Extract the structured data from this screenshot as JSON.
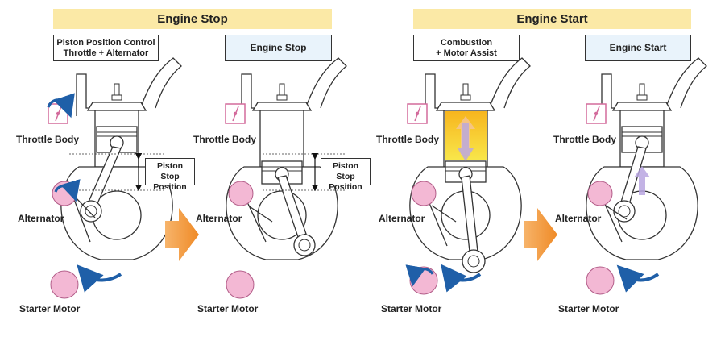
{
  "banners": {
    "left": "Engine Stop",
    "right": "Engine Start"
  },
  "stages": [
    {
      "caption_line1": "Piston Position Control",
      "caption_line2": "Throttle + Alternator"
    },
    {
      "caption_line1": "Engine Stop",
      "caption_line2": ""
    },
    {
      "caption_line1": "Combustion",
      "caption_line2": "+ Motor Assist"
    },
    {
      "caption_line1": "Engine Start",
      "caption_line2": ""
    }
  ],
  "labels": {
    "throttle_body": "Throttle Body",
    "alternator": "Alternator",
    "starter_motor": "Starter Motor",
    "piston_stop_line1": "Piston Stop",
    "piston_stop_line2": "Position"
  },
  "colors": {
    "banner": "#fbe9a6",
    "caption_highlight": "#e9f3fb",
    "pink": "#f3b8d4",
    "arrow_blue": "#1f5fa8",
    "stage_arrow": "#f29a3c",
    "combustion": "#f7dc2a"
  }
}
